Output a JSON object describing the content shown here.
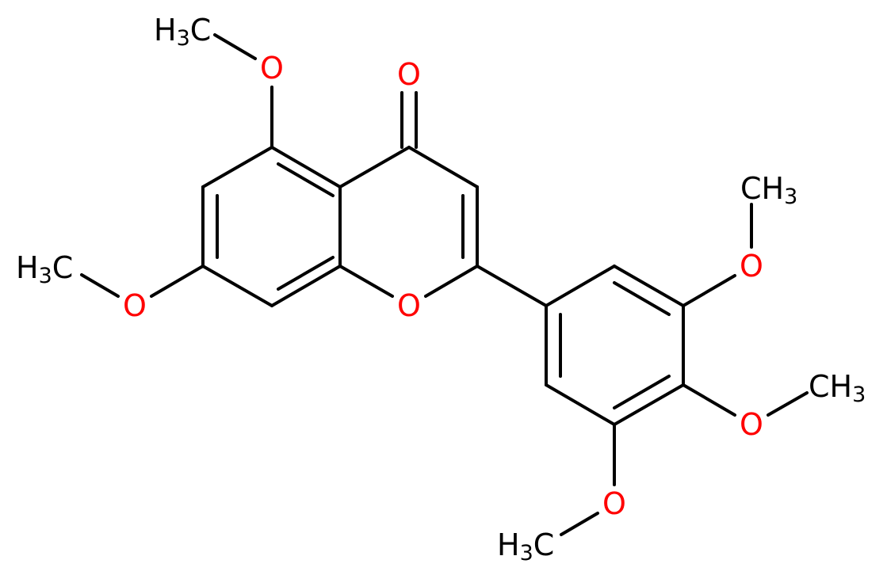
{
  "molecule": {
    "atom_labels": {
      "carbonyl_oxygen": "O",
      "ring_oxygen": "O",
      "methoxy_o_5": "O",
      "methoxy_o_7": "O",
      "methoxy_o_3p": "O",
      "methoxy_o_4p": "O",
      "methoxy_o_5p": "O"
    },
    "methyl_groups": {
      "me_5": {
        "element": "H",
        "count": "3",
        "carbon": "C"
      },
      "me_7": {
        "element": "H",
        "count": "3",
        "carbon": "C"
      },
      "me_3p": {
        "carbon": "C",
        "element": "H",
        "count": "3"
      },
      "me_4p": {
        "carbon": "C",
        "element": "H",
        "count": "3"
      },
      "me_5p": {
        "element": "H",
        "count": "3",
        "carbon": "C"
      }
    },
    "colors": {
      "oxygen": "#ff0000",
      "carbon": "#000000",
      "bond": "#000000"
    }
  }
}
